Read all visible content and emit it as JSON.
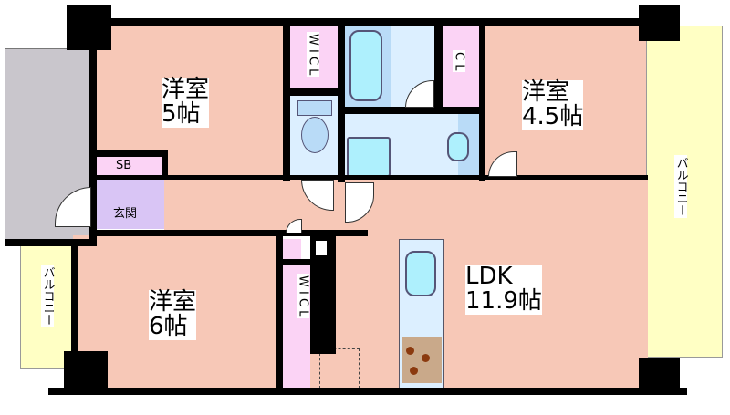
{
  "rooms": {
    "western_5": {
      "name": "洋室",
      "size": "5帖"
    },
    "western_45": {
      "name": "洋室",
      "size": "4.5帖"
    },
    "western_6": {
      "name": "洋室",
      "size": "6帖"
    },
    "ldk": {
      "name": "LDK",
      "size": "11.9帖"
    },
    "wcl_top": "W I C L",
    "wcl_bottom": "W I C L",
    "cl": "C L",
    "sb": "SB",
    "entrance": "玄関",
    "balcony_right": "バルコニー",
    "balcony_left": "バルコニー"
  },
  "colors": {
    "room": "#f7c8b7",
    "closet": "#fbd3f5",
    "wet_area": "#dcefff",
    "entrance": "#d9c5f5",
    "balcony": "#ffffc4",
    "common": "#c9c6cc"
  }
}
